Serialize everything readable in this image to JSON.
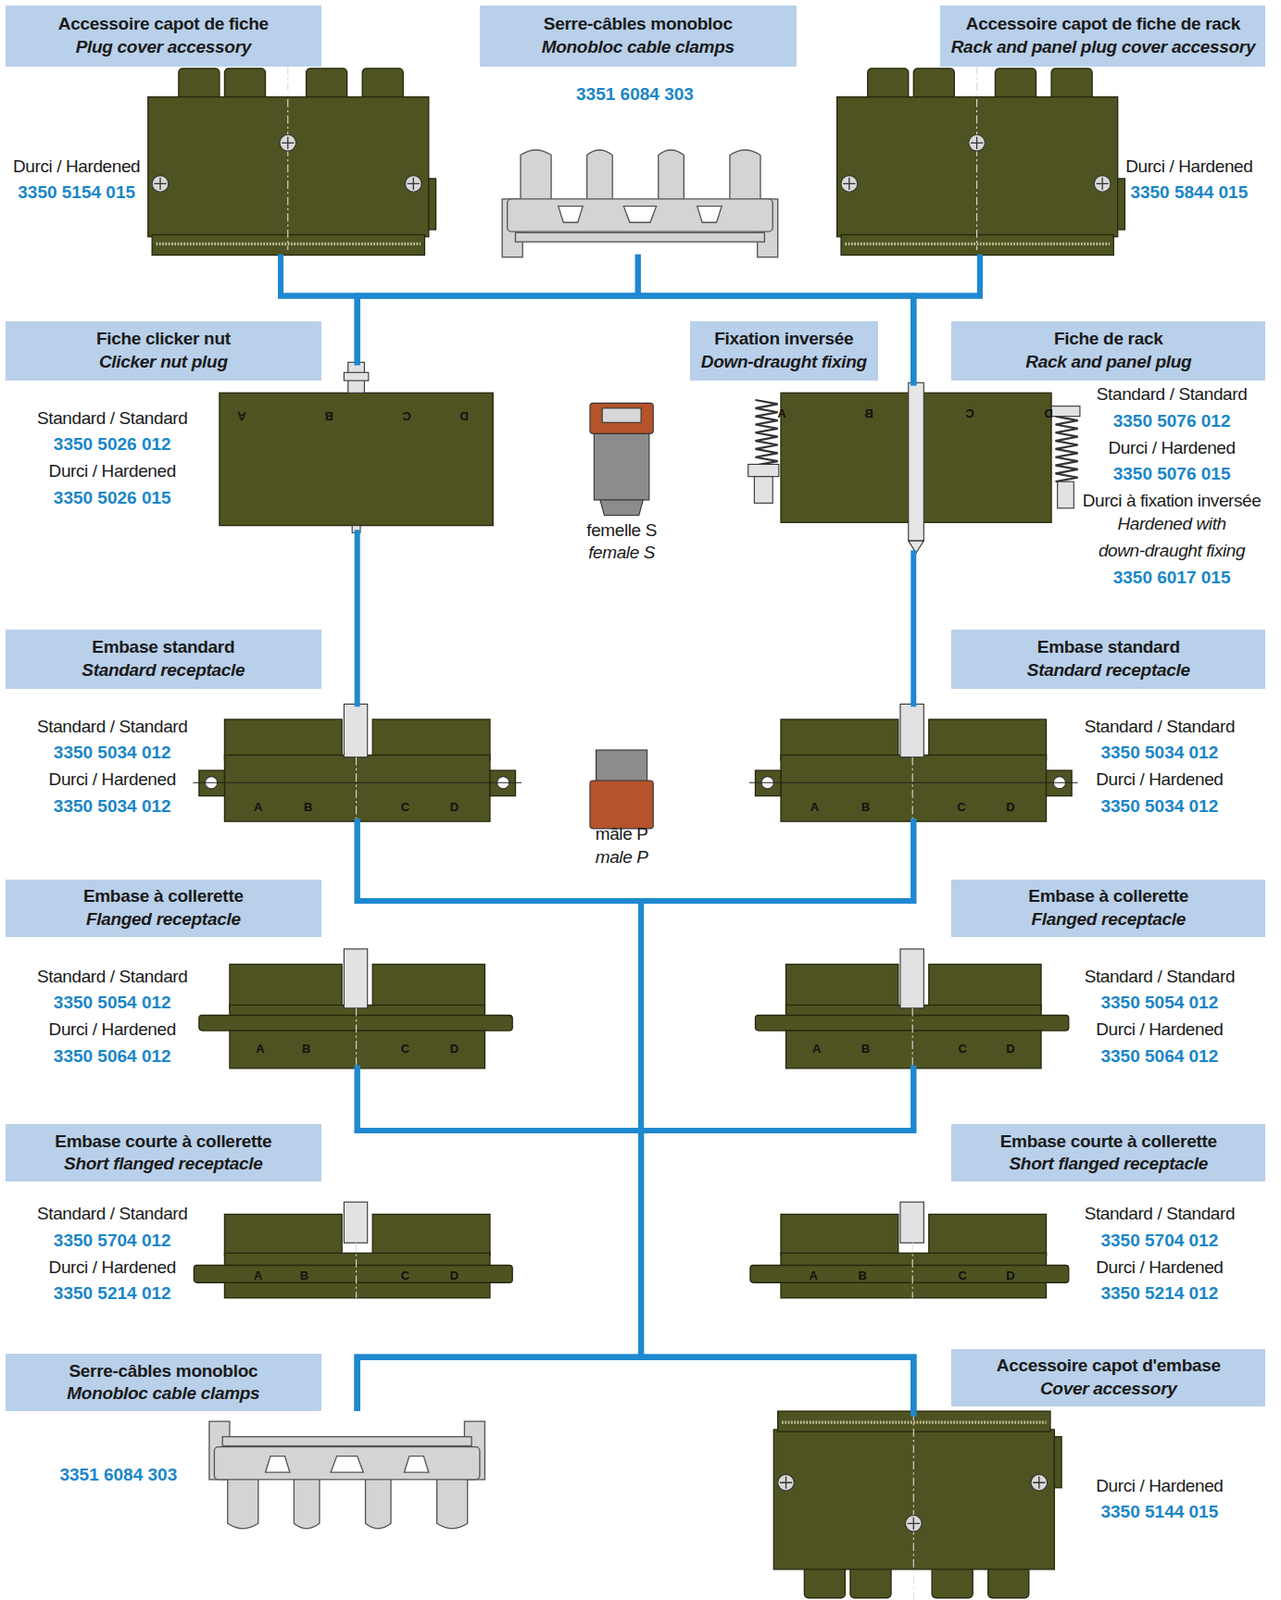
{
  "diagram": {
    "nodes": [
      {
        "text": [
          "Accessoire capot de fiche",
          "Plug cover accessory"
        ]
      },
      {
        "text": [
          "Serre-câbles monobloc",
          "Monobloc cable clamps"
        ]
      },
      {
        "text": [
          "Accessoire capot de fiche de rack",
          "Rack and panel plug cover accessory"
        ]
      },
      {
        "text": [
          "Fiche clicker nut",
          "Clicker nut plug"
        ]
      },
      {
        "text": [
          "Fixation inversée",
          "Down-draught fixing"
        ]
      },
      {
        "text": [
          "Fiche de rack",
          "Rack and panel plug"
        ]
      },
      {
        "text": [
          "Embase standard",
          "Standard receptacle"
        ]
      },
      {
        "text": [
          "Embase standard",
          "Standard receptacle"
        ]
      },
      {
        "text": [
          "Embase à collerette",
          "Flanged receptacle"
        ]
      },
      {
        "text": [
          "Embase à collerette",
          "Flanged receptacle"
        ]
      },
      {
        "text": [
          "Embase courte à collerette",
          "Short flanged receptacle"
        ]
      },
      {
        "text": [
          "Embase courte à collerette",
          "Short flanged receptacle"
        ]
      },
      {
        "text": [
          "Serre-câbles monobloc",
          "Monobloc cable clamps"
        ]
      },
      {
        "text": [
          "Accessoire capot d'embase",
          "Cover accessory"
        ]
      }
    ],
    "edges": [
      {
        "from": 0,
        "to": 3,
        "arrow": "none"
      },
      {
        "from": 0,
        "to": 5,
        "arrow": "none"
      },
      {
        "from": 1,
        "to": 3,
        "arrow": "none"
      },
      {
        "from": 1,
        "to": 5,
        "arrow": "none"
      },
      {
        "from": 2,
        "to": 3,
        "arrow": "none"
      },
      {
        "from": 2,
        "to": 5,
        "arrow": "none"
      },
      {
        "from": 3,
        "to": 6,
        "arrow": "none"
      },
      {
        "from": 5,
        "to": 7,
        "arrow": "none"
      },
      {
        "from": 6,
        "to": 12,
        "arrow": "none"
      },
      {
        "from": 6,
        "to": 13,
        "arrow": "none"
      },
      {
        "from": 7,
        "to": 12,
        "arrow": "none"
      },
      {
        "from": 7,
        "to": 13,
        "arrow": "none"
      },
      {
        "from": 8,
        "to": 12,
        "arrow": "none"
      },
      {
        "from": 8,
        "to": 13,
        "arrow": "none"
      },
      {
        "from": 9,
        "to": 12,
        "arrow": "none"
      },
      {
        "from": 9,
        "to": 13,
        "arrow": "none"
      }
    ],
    "labels": [
      "Durci / Hardened",
      "3350 5154 015",
      "3351 6084 303",
      "Durci / Hardened",
      "3350 5844 015",
      "Standard / Standard",
      "3350 5026 012",
      "Durci / Hardened",
      "3350 5026 015",
      "A",
      "B",
      "C",
      "D",
      "A",
      "B",
      "C",
      "D",
      "femelle S",
      "female S",
      "Standard / Standard",
      "3350 5076 012",
      "Durci / Hardened",
      "3350 5076 015",
      "Durci à fixation inversée",
      "Hardened with down-draught fixing",
      "3350 6017 015",
      "Standard / Standard",
      "3350 5034 012",
      "Durci / Hardened",
      "3350 5034 012",
      "A",
      "B",
      "C",
      "D",
      "mâle P",
      "male P",
      "Standard / Standard",
      "3350 5034 012",
      "Durci / Hardened",
      "3350 5034 012",
      "A",
      "B",
      "C",
      "D",
      "Standard / Standard",
      "3350 5054 012",
      "Durci / Hardened",
      "3350 5064 012",
      "A",
      "B",
      "C",
      "D",
      "Standard / Standard",
      "3350 5054 012",
      "Durci / Hardened",
      "3350 5064 012",
      "A",
      "B",
      "C",
      "D",
      "Standard / Standard",
      "3350 5704 012",
      "Durci / Hardened",
      "3350 5214 012",
      "A",
      "B",
      "C",
      "D",
      "Standard / Standard",
      "3350 5704 012",
      "Durci / Hardened",
      "3350 5214 012",
      "A",
      "B",
      "C",
      "D",
      "3351 6084 303",
      "Durci / Hardened",
      "3350 5144 015"
    ]
  }
}
